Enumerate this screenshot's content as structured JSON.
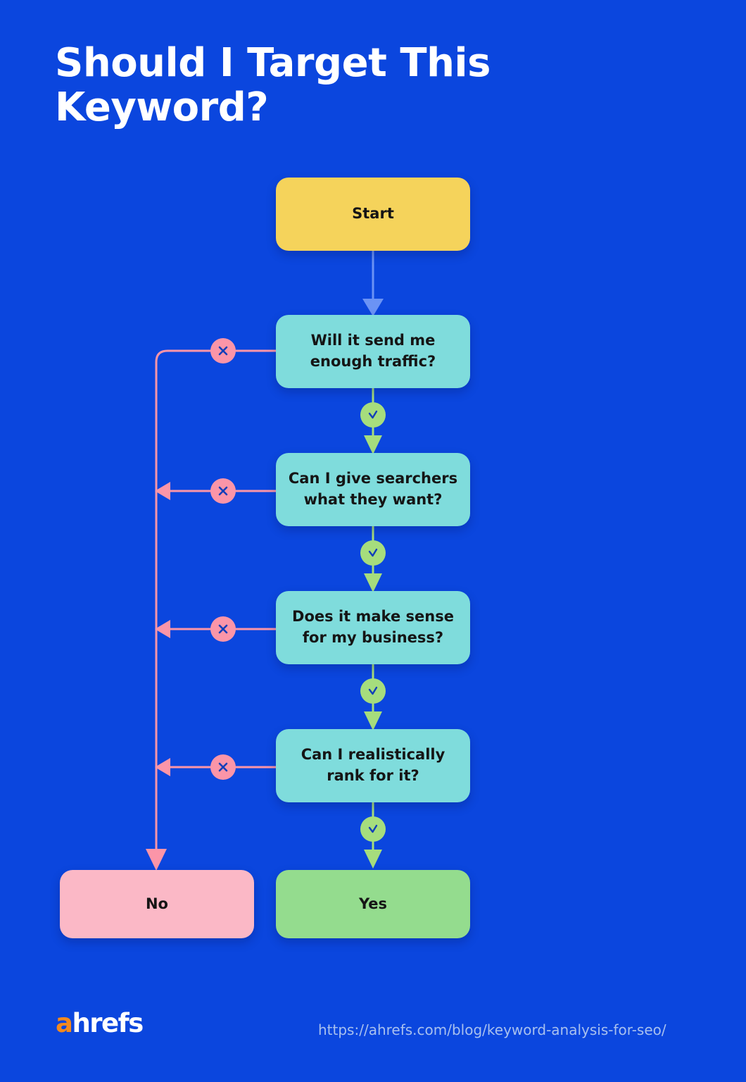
{
  "page": {
    "background_color": "#0B46DE",
    "title": "Should I Target This\nKeyword?"
  },
  "colors": {
    "background": "#0B46DE",
    "start_node": "#F5D35B",
    "question_node": "#7FDCDC",
    "no_node": "#FBB8C6",
    "yes_node": "#94DC8E",
    "no_path": "#FB95A8",
    "yes_path": "#A6DD7D",
    "start_arrow": "#6B93F5",
    "node_text": "#151515",
    "title_text": "#FFFFFF",
    "url_text": "#A8C0EE",
    "logo_accent": "#F3891E"
  },
  "chart_data": {
    "type": "diagram",
    "diagram_kind": "decision-flowchart",
    "title": "Should I Target This Keyword?",
    "nodes": [
      {
        "id": "start",
        "label": "Start",
        "kind": "terminator",
        "color": "#F5D35B"
      },
      {
        "id": "q1",
        "label": "Will it send me\nenough traffic?",
        "kind": "decision",
        "color": "#7FDCDC"
      },
      {
        "id": "q2",
        "label": "Can I give searchers\nwhat they want?",
        "kind": "decision",
        "color": "#7FDCDC"
      },
      {
        "id": "q3",
        "label": "Does it make sense\nfor my business?",
        "kind": "decision",
        "color": "#7FDCDC"
      },
      {
        "id": "q4",
        "label": "Can I realistically\nrank for it?",
        "kind": "decision",
        "color": "#7FDCDC"
      },
      {
        "id": "no",
        "label": "No",
        "kind": "terminator",
        "color": "#FBB8C6"
      },
      {
        "id": "yes",
        "label": "Yes",
        "kind": "terminator",
        "color": "#94DC8E"
      }
    ],
    "edges": [
      {
        "from": "start",
        "to": "q1",
        "label": "",
        "marker": "arrow",
        "color": "#6B93F5"
      },
      {
        "from": "q1",
        "to": "q2",
        "label": "yes",
        "marker": "check",
        "color": "#A6DD7D"
      },
      {
        "from": "q2",
        "to": "q3",
        "label": "yes",
        "marker": "check",
        "color": "#A6DD7D"
      },
      {
        "from": "q3",
        "to": "q4",
        "label": "yes",
        "marker": "check",
        "color": "#A6DD7D"
      },
      {
        "from": "q4",
        "to": "yes",
        "label": "yes",
        "marker": "check",
        "color": "#A6DD7D"
      },
      {
        "from": "q1",
        "to": "no",
        "label": "no",
        "marker": "cross",
        "color": "#FB95A8"
      },
      {
        "from": "q2",
        "to": "no",
        "label": "no",
        "marker": "cross",
        "color": "#FB95A8"
      },
      {
        "from": "q3",
        "to": "no",
        "label": "no",
        "marker": "cross",
        "color": "#FB95A8"
      },
      {
        "from": "q4",
        "to": "no",
        "label": "no",
        "marker": "cross",
        "color": "#FB95A8"
      }
    ]
  },
  "flow": {
    "start": {
      "label": "Start"
    },
    "q1": {
      "label": "Will it send me\nenough traffic?"
    },
    "q2": {
      "label": "Can I give searchers\nwhat they want?"
    },
    "q3": {
      "label": "Does it make sense\nfor my business?"
    },
    "q4": {
      "label": "Can I realistically\nrank for it?"
    },
    "no": {
      "label": "No"
    },
    "yes": {
      "label": "Yes"
    }
  },
  "badges": {
    "cross": {
      "icon": "cross-icon",
      "meaning": "no"
    },
    "check": {
      "icon": "check-icon",
      "meaning": "yes"
    }
  },
  "footer": {
    "logo_a": "a",
    "logo_rest": "hrefs",
    "url": "https://ahrefs.com/blog/keyword-analysis-for-seo/"
  }
}
